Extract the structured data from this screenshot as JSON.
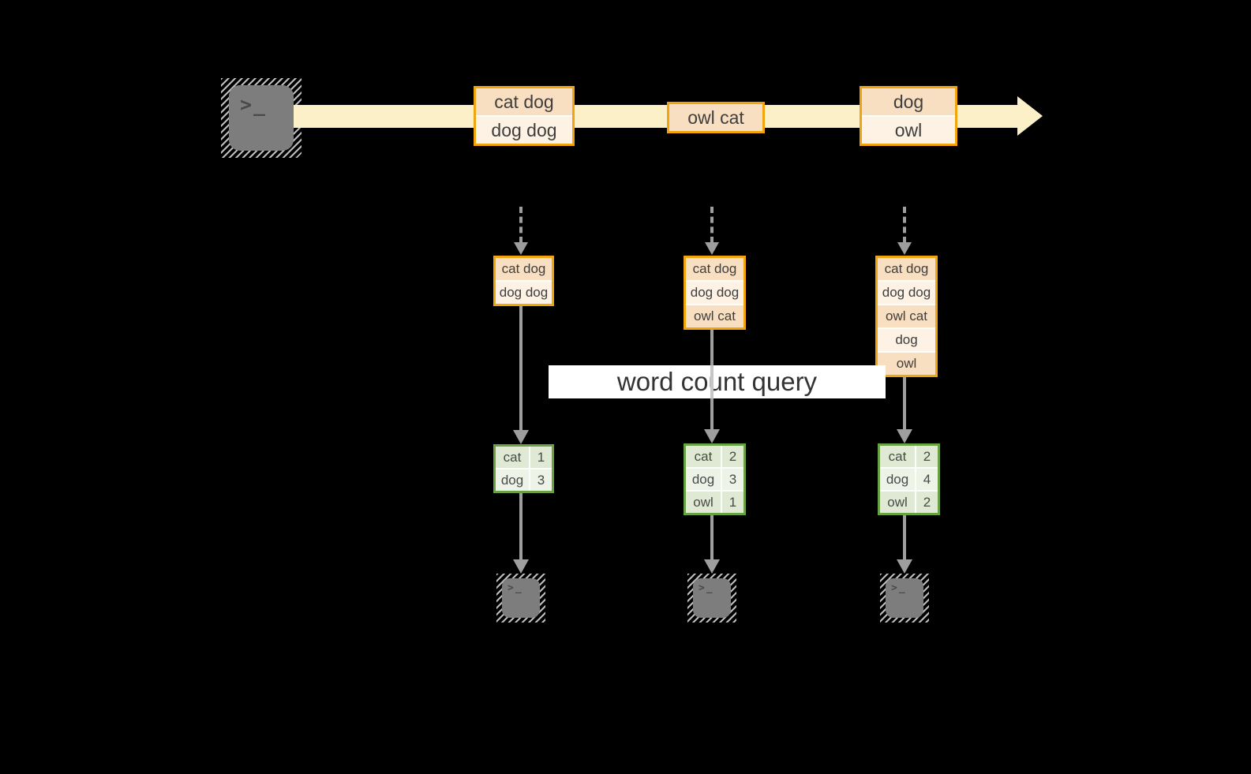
{
  "query_label": "word count query",
  "terminal": {
    "glyph": ">_"
  },
  "stream": {
    "batches": [
      {
        "rows": [
          "cat dog",
          "dog dog"
        ]
      },
      {
        "rows": [
          "owl cat"
        ]
      },
      {
        "rows": [
          "dog",
          "owl"
        ]
      }
    ]
  },
  "columns": [
    {
      "buffer": [
        "cat dog",
        "dog dog"
      ],
      "counts": [
        [
          "cat",
          "1"
        ],
        [
          "dog",
          "3"
        ]
      ]
    },
    {
      "buffer": [
        "cat dog",
        "dog dog",
        "owl cat"
      ],
      "counts": [
        [
          "cat",
          "2"
        ],
        [
          "dog",
          "3"
        ],
        [
          "owl",
          "1"
        ]
      ]
    },
    {
      "buffer": [
        "cat dog",
        "dog dog",
        "owl cat",
        "dog",
        "owl"
      ],
      "counts": [
        [
          "cat",
          "2"
        ],
        [
          "dog",
          "4"
        ],
        [
          "owl",
          "2"
        ]
      ]
    }
  ],
  "colors": {
    "orange_border": "#F1A40E",
    "peach_dark": "#F9DFC2",
    "peach_light": "#FDF2E4",
    "stream_band": "#FBF0C8",
    "green_border": "#69A244",
    "green_dark": "#DFE9D3",
    "green_light": "#EEF3E8",
    "arrow_gray": "#9E9E9E",
    "terminal_gray": "#7D7D7D",
    "hatch_gray": "#BDBDBD",
    "divider": "#FFFDF7",
    "divider2": "#FCFDFA",
    "text_dark": "#3E3E3E"
  }
}
